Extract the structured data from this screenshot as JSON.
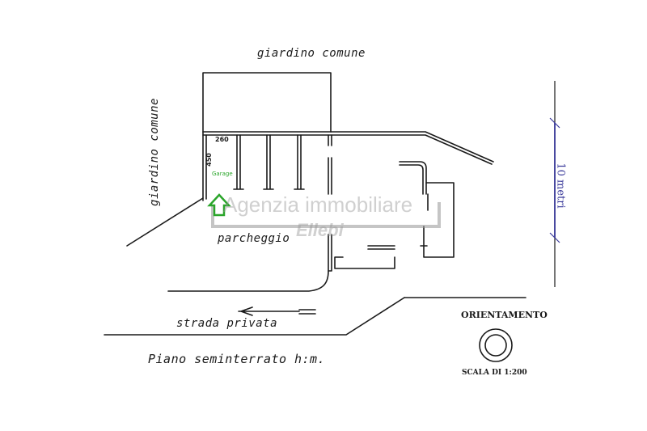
{
  "labels": {
    "garden_top": "giardino comune",
    "garden_left": "giardino comune",
    "parking": "parcheggio",
    "road": "strada privata",
    "floor": "Piano seminterrato",
    "height": "h:m.",
    "orientation": "ORIENTAMENTO",
    "scale": "SCALA DI 1:200",
    "scale_bar": "10 metri"
  },
  "garage": {
    "width_label": "260",
    "depth_label": "450",
    "name": "Garage"
  },
  "watermark": {
    "line1": "Agenzia immobiliare",
    "line2": "Ellebi"
  },
  "colors": {
    "ink": "#1a1a1a",
    "scale_bar": "#3a3a9a",
    "garage_highlight": "#2aa52a",
    "watermark": "#9a9a9a"
  }
}
